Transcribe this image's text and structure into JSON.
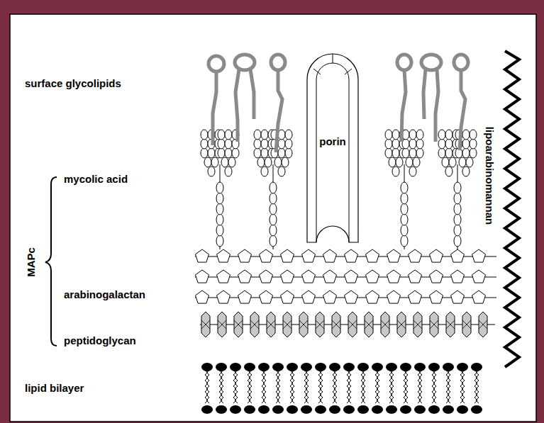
{
  "diagram": {
    "nodes": [
      {
        "text": [
          "porin"
        ]
      }
    ],
    "edges": [],
    "labels": [
      "surface glycolipids",
      "mycolic acid",
      "MAPc",
      "arabinogalactan",
      "peptidoglycan",
      "lipid bilayer",
      "lipoarabinomannan"
    ]
  }
}
